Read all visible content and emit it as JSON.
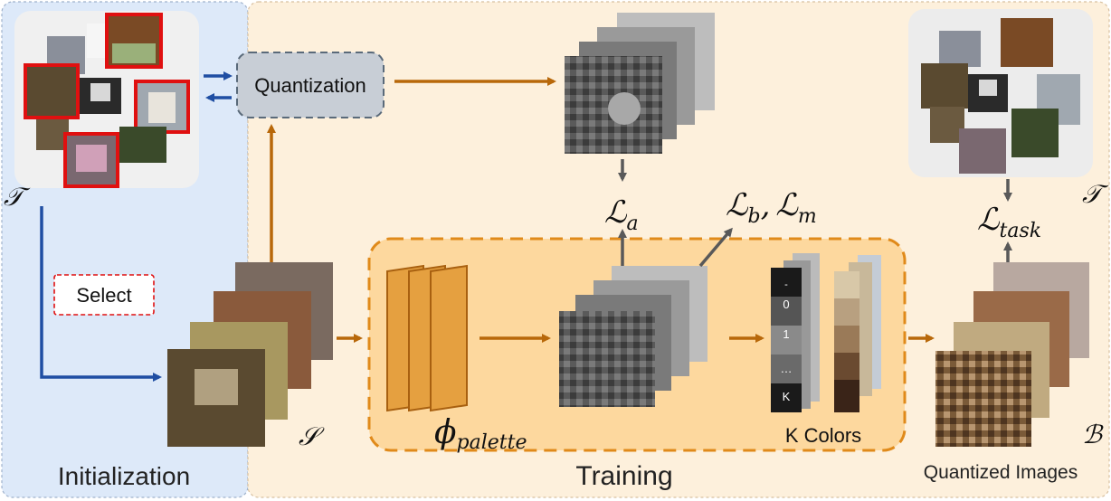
{
  "sections": {
    "initialization_label": "Initialization",
    "training_label": "Training",
    "quantized_images_label": "Quantized Images"
  },
  "boxes": {
    "quantization_label": "Quantization",
    "select_label": "Select"
  },
  "symbols": {
    "T_left": "𝒯",
    "T_right": "𝒯",
    "S": "𝒮",
    "B": "ℬ",
    "phi_main": "ϕ",
    "phi_sub": "palette",
    "La_main": "ℒ",
    "La_sub": "a",
    "Lb_main": "ℒ",
    "Lb_sub": "b",
    "Lm_main": "ℒ",
    "Lm_sub": "m",
    "Ltask_main": "ℒ",
    "Ltask_sub": "task",
    "comma": ","
  },
  "palette": {
    "title": "K Colors",
    "index_labels": [
      "-",
      "0",
      "1",
      "…",
      "K"
    ]
  },
  "colors": {
    "init_bg": "#dde9f9",
    "train_bg": "#fdf0dc",
    "conv_orange": "#e5a040",
    "arrow_orange": "#b8680a",
    "arrow_blue": "#1f4ea3",
    "arrow_gray": "#595959",
    "highlight_red": "#e01010",
    "dashed_orange": "#e08a1a"
  }
}
